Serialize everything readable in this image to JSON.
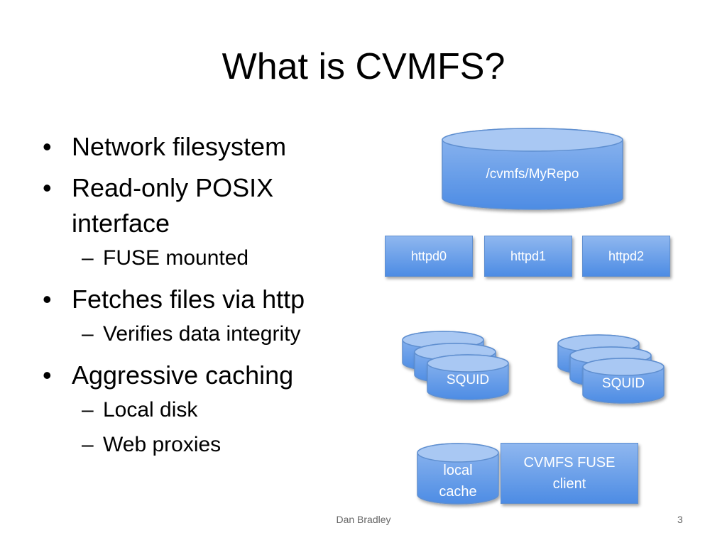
{
  "slide": {
    "title": "What is CVMFS?",
    "bullets": [
      {
        "text": "Network filesystem",
        "subs": []
      },
      {
        "text": "Read-only POSIX interface",
        "subs": [
          "FUSE mounted"
        ]
      },
      {
        "text": "Fetches files via http",
        "subs": [
          "Verifies data integrity"
        ]
      },
      {
        "text": "Aggressive caching",
        "subs": [
          "Local disk",
          "Web proxies"
        ]
      }
    ],
    "bullet_glyph": "•",
    "sub_glyph": "–",
    "footer": {
      "author": "Dan Bradley",
      "page_number": "3"
    }
  },
  "diagram": {
    "repository": "/cvmfs/MyRepo",
    "servers": [
      "httpd0",
      "httpd1",
      "httpd2"
    ],
    "proxy_groups": [
      "SQUID",
      "SQUID"
    ],
    "local_cache": "local cache",
    "client": "CVMFS FUSE client",
    "colors": {
      "fill_top": "#8fb7ef",
      "fill_bottom": "#4d8ce4",
      "outline": "#5f8fd0",
      "text": "#ffffff"
    }
  }
}
